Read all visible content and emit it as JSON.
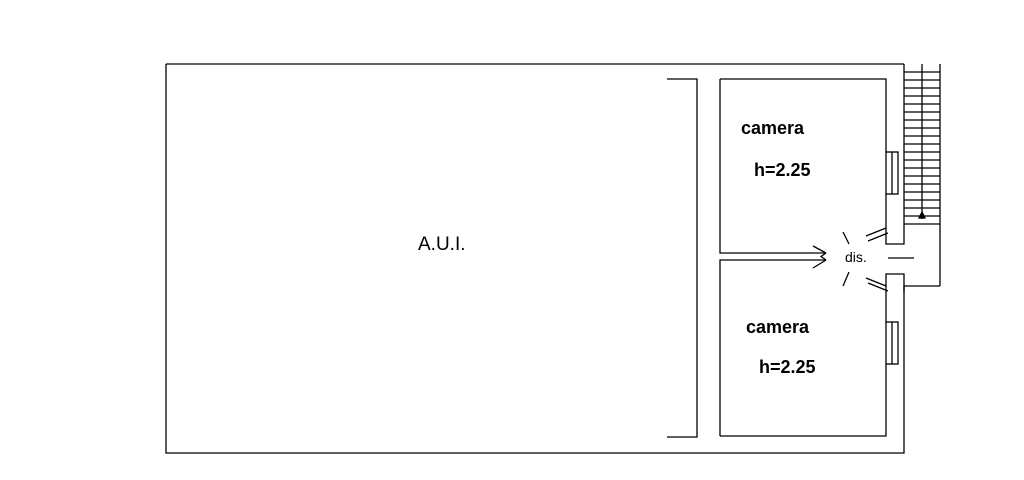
{
  "rooms": {
    "aui": {
      "label": "A.U.I."
    },
    "camera_top": {
      "label": "camera",
      "height": "h=2.25"
    },
    "camera_bottom": {
      "label": "camera",
      "height": "h=2.25"
    },
    "dis": {
      "label": "dis."
    }
  },
  "colors": {
    "line": "#000000",
    "background": "#ffffff"
  }
}
